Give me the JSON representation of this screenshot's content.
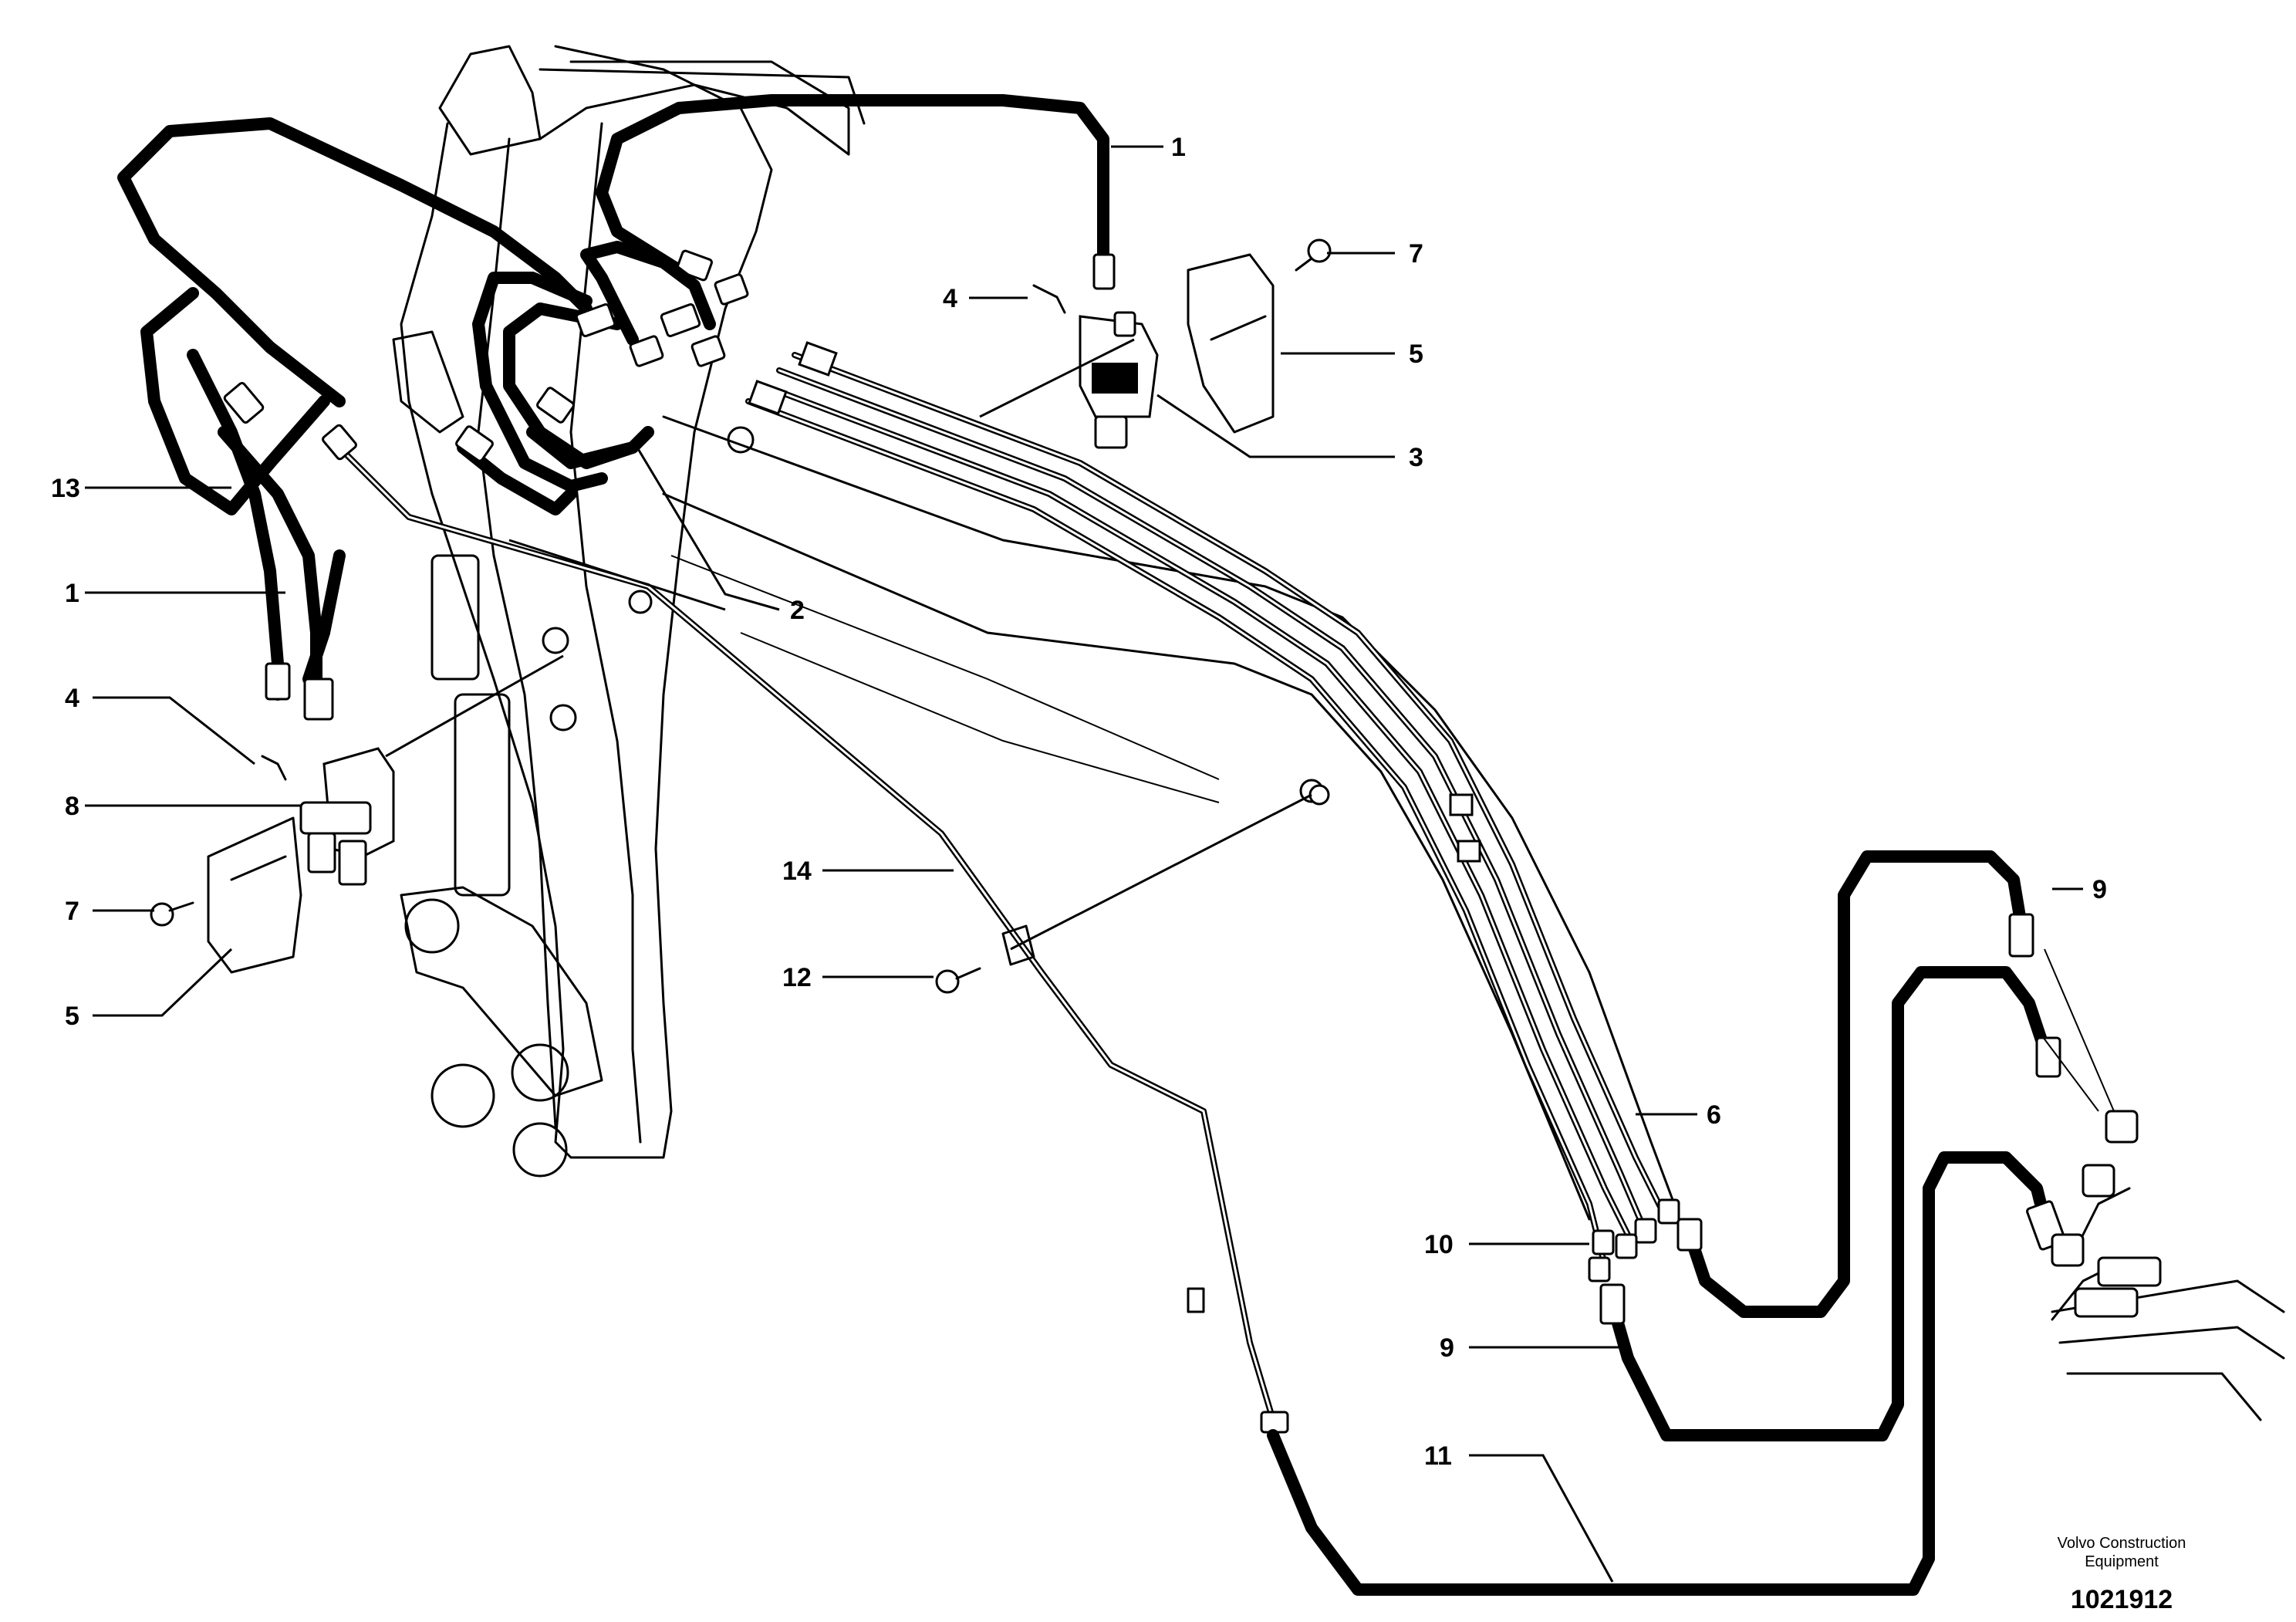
{
  "callouts": {
    "c1_top": "1",
    "c7_top": "7",
    "c4_top": "4",
    "c5_top": "5",
    "c3": "3",
    "c13": "13",
    "c1_left": "1",
    "c2": "2",
    "c4_left": "4",
    "c8": "8",
    "c7_left": "7",
    "c5_left": "5",
    "c14": "14",
    "c12": "12",
    "c9_top": "9",
    "c6": "6",
    "c10": "10",
    "c9_bottom": "9",
    "c11": "11"
  },
  "footer": {
    "brand_line1": "Volvo Construction",
    "brand_line2": "Equipment",
    "document_number": "1021912"
  }
}
